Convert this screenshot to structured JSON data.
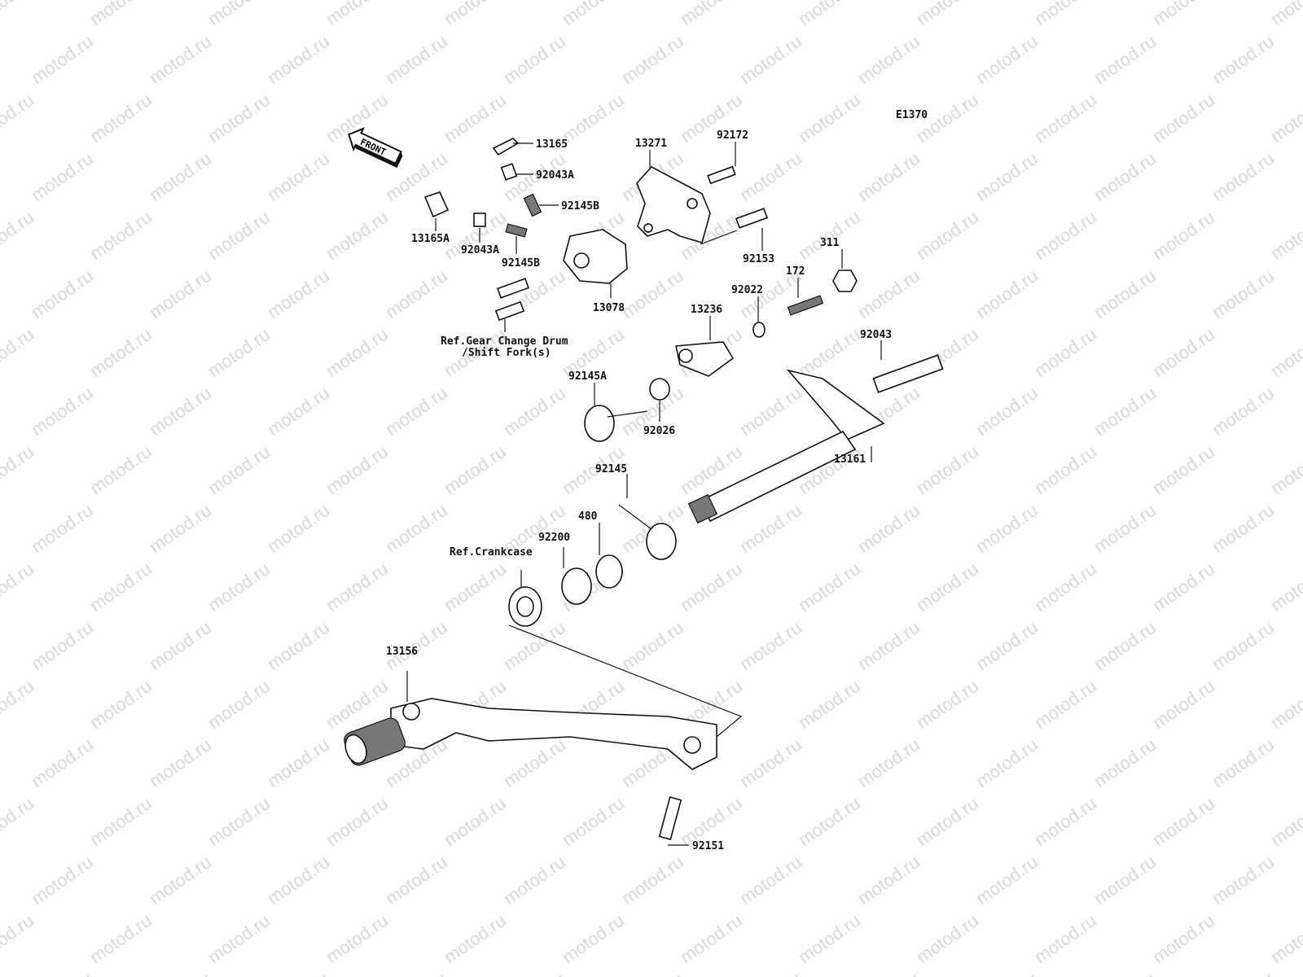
{
  "diagram": {
    "code": "E1370",
    "watermark": "motod.ru",
    "front_arrow": "FRONT",
    "parts": [
      {
        "id": "p13165",
        "label": "13165"
      },
      {
        "id": "p92043A_1",
        "label": "92043A"
      },
      {
        "id": "p92145B_1",
        "label": "92145B"
      },
      {
        "id": "p13165A",
        "label": "13165A"
      },
      {
        "id": "p92043A_2",
        "label": "92043A"
      },
      {
        "id": "p92145B_2",
        "label": "92145B"
      },
      {
        "id": "p13271",
        "label": "13271"
      },
      {
        "id": "p92172",
        "label": "92172"
      },
      {
        "id": "p92153",
        "label": "92153"
      },
      {
        "id": "p13078",
        "label": "13078"
      },
      {
        "id": "p311",
        "label": "311"
      },
      {
        "id": "p172",
        "label": "172"
      },
      {
        "id": "p92022",
        "label": "92022"
      },
      {
        "id": "p13236",
        "label": "13236"
      },
      {
        "id": "p92043",
        "label": "92043"
      },
      {
        "id": "p92145A",
        "label": "92145A"
      },
      {
        "id": "p92026",
        "label": "92026"
      },
      {
        "id": "p13161",
        "label": "13161"
      },
      {
        "id": "p92145",
        "label": "92145"
      },
      {
        "id": "p480",
        "label": "480"
      },
      {
        "id": "p92200",
        "label": "92200"
      },
      {
        "id": "p13156",
        "label": "13156"
      },
      {
        "id": "p92151",
        "label": "92151"
      }
    ],
    "references": {
      "gear_drum_line1": "Ref.Gear Change Drum",
      "gear_drum_line2": "/Shift Fork(s)",
      "crankcase": "Ref.Crankcase"
    }
  }
}
